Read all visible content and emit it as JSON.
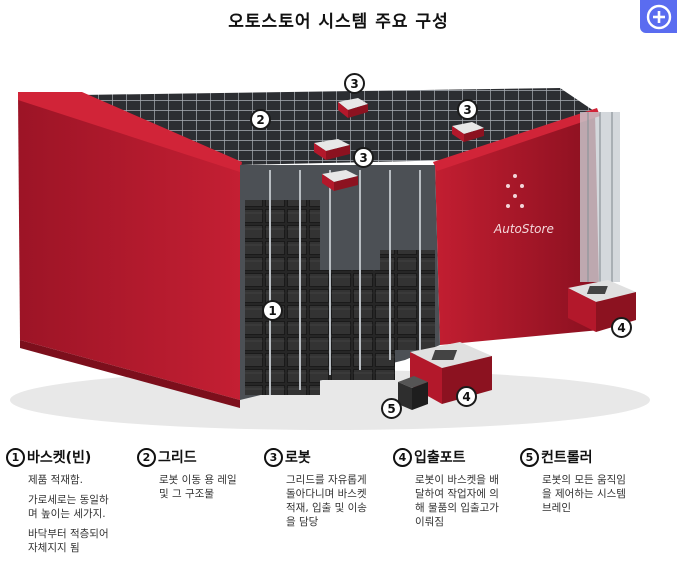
{
  "title": "오토스토어 시스템 주요 구성",
  "brand_text": "AutoStore",
  "icons": {
    "expand": "plus-circle-icon"
  },
  "colors": {
    "expand_button": "#5a6cf0",
    "frame_red": "#b3182b",
    "frame_dark": "#8c1220",
    "grid": "#9aa0a6",
    "bins": "#2b2b2b"
  },
  "badges": {
    "bins": "1",
    "grid": "2",
    "robot_1": "3",
    "robot_2": "3",
    "robot_3": "3",
    "port_1": "4",
    "port_2": "4",
    "controller": "5"
  },
  "legend": [
    {
      "num": "1",
      "label": "바스켓(빈)",
      "lines": [
        "제품 적재함.",
        "가로세로는 동일하\n며 높이는 세가지.",
        "바닥부터 적층되어\n자체지지 됨"
      ]
    },
    {
      "num": "2",
      "label": "그리드",
      "lines": [
        "로봇 이동 용 레일\n및 그 구조물"
      ]
    },
    {
      "num": "3",
      "label": "로봇",
      "lines": [
        "그리드를 자유롭게\n돌아다니며 바스켓\n적재, 입출 및 이송\n을 담당"
      ]
    },
    {
      "num": "4",
      "label": "입출포트",
      "lines": [
        "로봇이 바스켓을 배\n달하여 작업자에 의\n해 물품의 입출고가\n이뤄짐"
      ]
    },
    {
      "num": "5",
      "label": "컨트롤러",
      "lines": [
        "로봇의 모든 움직임\n을 제어하는 시스템\n브레인"
      ]
    }
  ]
}
